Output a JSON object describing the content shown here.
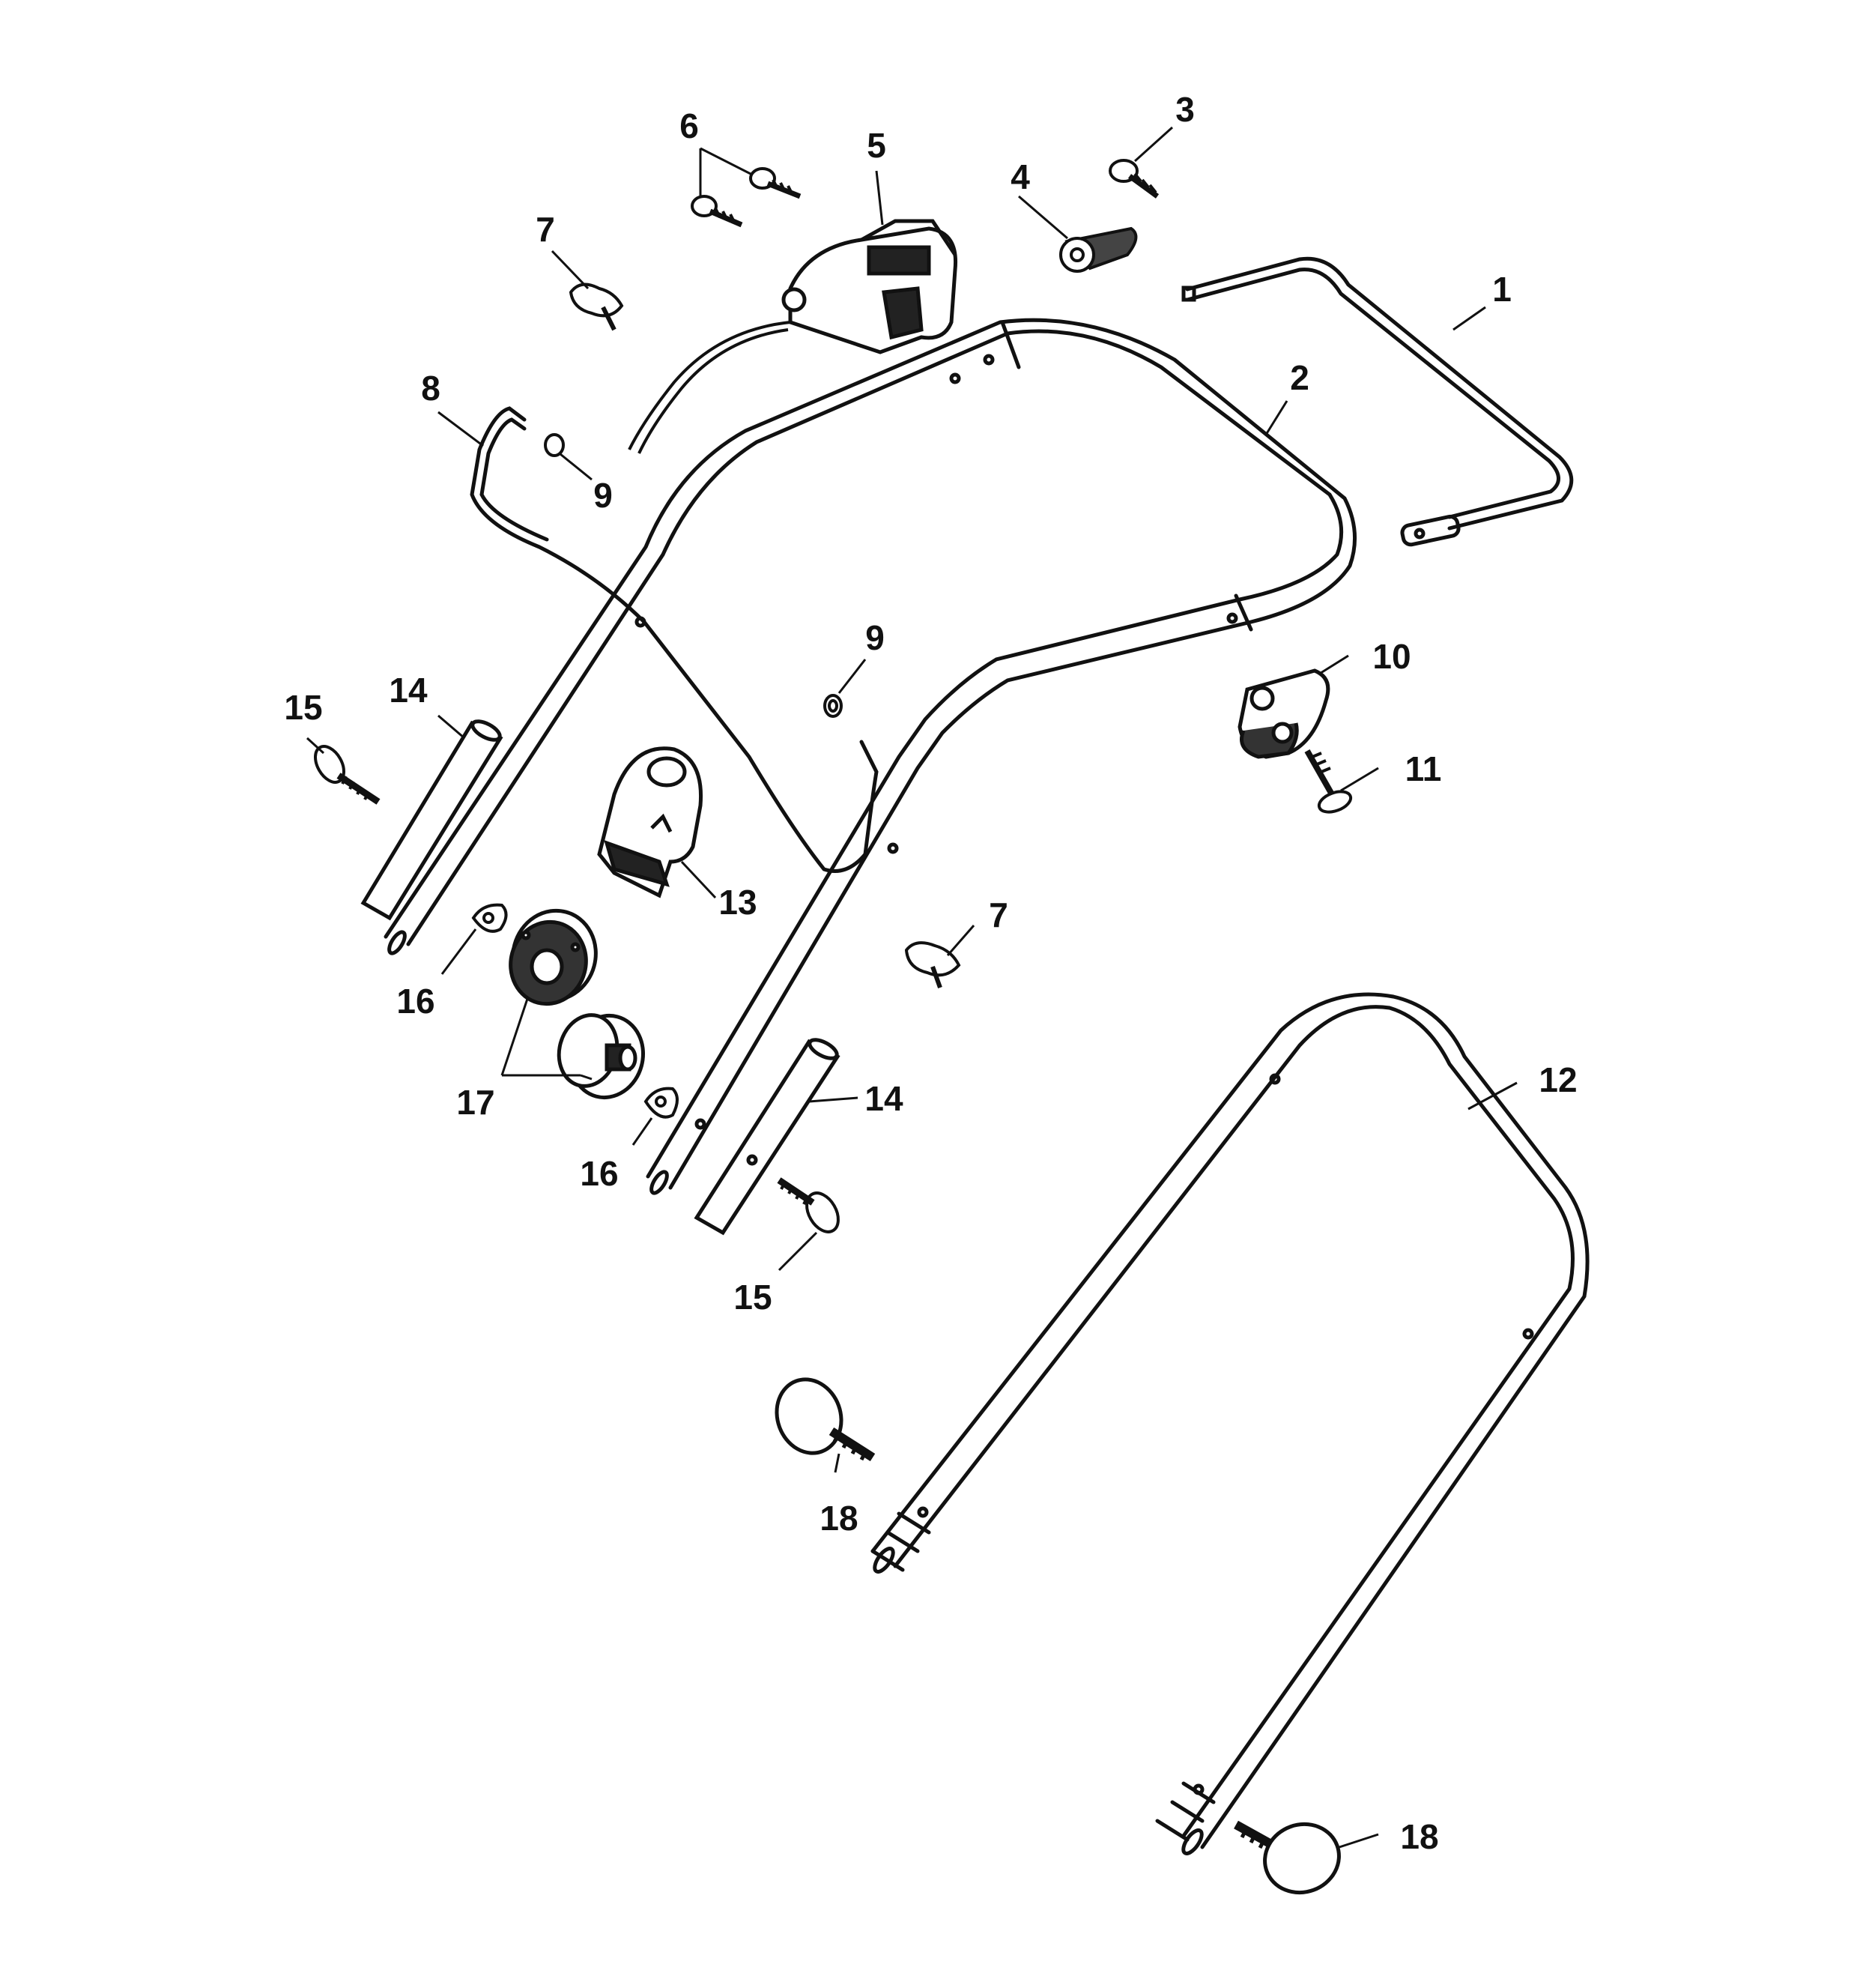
{
  "colors": {
    "ink": "#111111",
    "paper": "#ffffff",
    "shade": "#222222"
  },
  "callouts": {
    "c1": "1",
    "c2": "2",
    "c3": "3",
    "c4": "4",
    "c5": "5",
    "c6": "6",
    "c7a": "7",
    "c7b": "7",
    "c8": "8",
    "c9a": "9",
    "c9b": "9",
    "c10": "10",
    "c11": "11",
    "c12": "12",
    "c13": "13",
    "c14a": "14",
    "c14b": "14",
    "c15a": "15",
    "c15b": "15",
    "c16a": "16",
    "c16b": "16",
    "c17": "17",
    "c18a": "18",
    "c18b": "18"
  }
}
